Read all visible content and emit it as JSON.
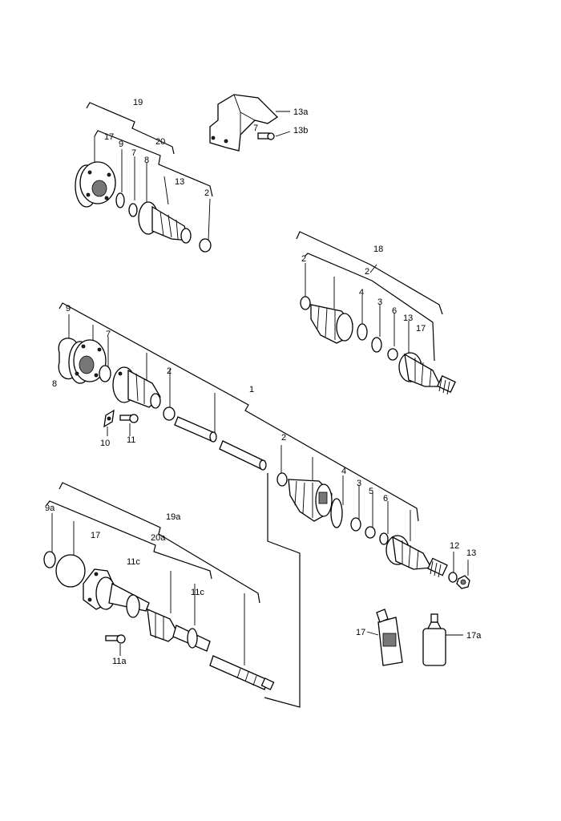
{
  "labels": {
    "l19": "19",
    "l20": "20",
    "l17_top": "17",
    "l9_top": "9",
    "l7_top": "7",
    "l8_top": "8",
    "l13_top": "13",
    "l2_top": "2",
    "l13a": "13a",
    "l13b": "13b",
    "l18": "18",
    "l2_r1": "2",
    "l2_r2": "2",
    "l4_r": "4",
    "l3_r": "3",
    "l6_r": "6",
    "l13_r": "13",
    "l17_r": "17",
    "l9_mid": "9",
    "l7_mid": "7",
    "l8_mid": "8",
    "l2_mid": "2",
    "l1": "1",
    "l10": "10",
    "l11": "11",
    "l2_low": "2",
    "l4_low": "4",
    "l3_low": "3",
    "l5_low": "5",
    "l6_low": "6",
    "l12": "12",
    "l13_low": "13",
    "l9a": "9a",
    "l17_bot": "17",
    "l19a": "19a",
    "l20a": "20a",
    "l11c_1": "11c",
    "l11c_2": "11c",
    "l11a": "11a",
    "l17_tube": "17",
    "l17a": "17a"
  }
}
